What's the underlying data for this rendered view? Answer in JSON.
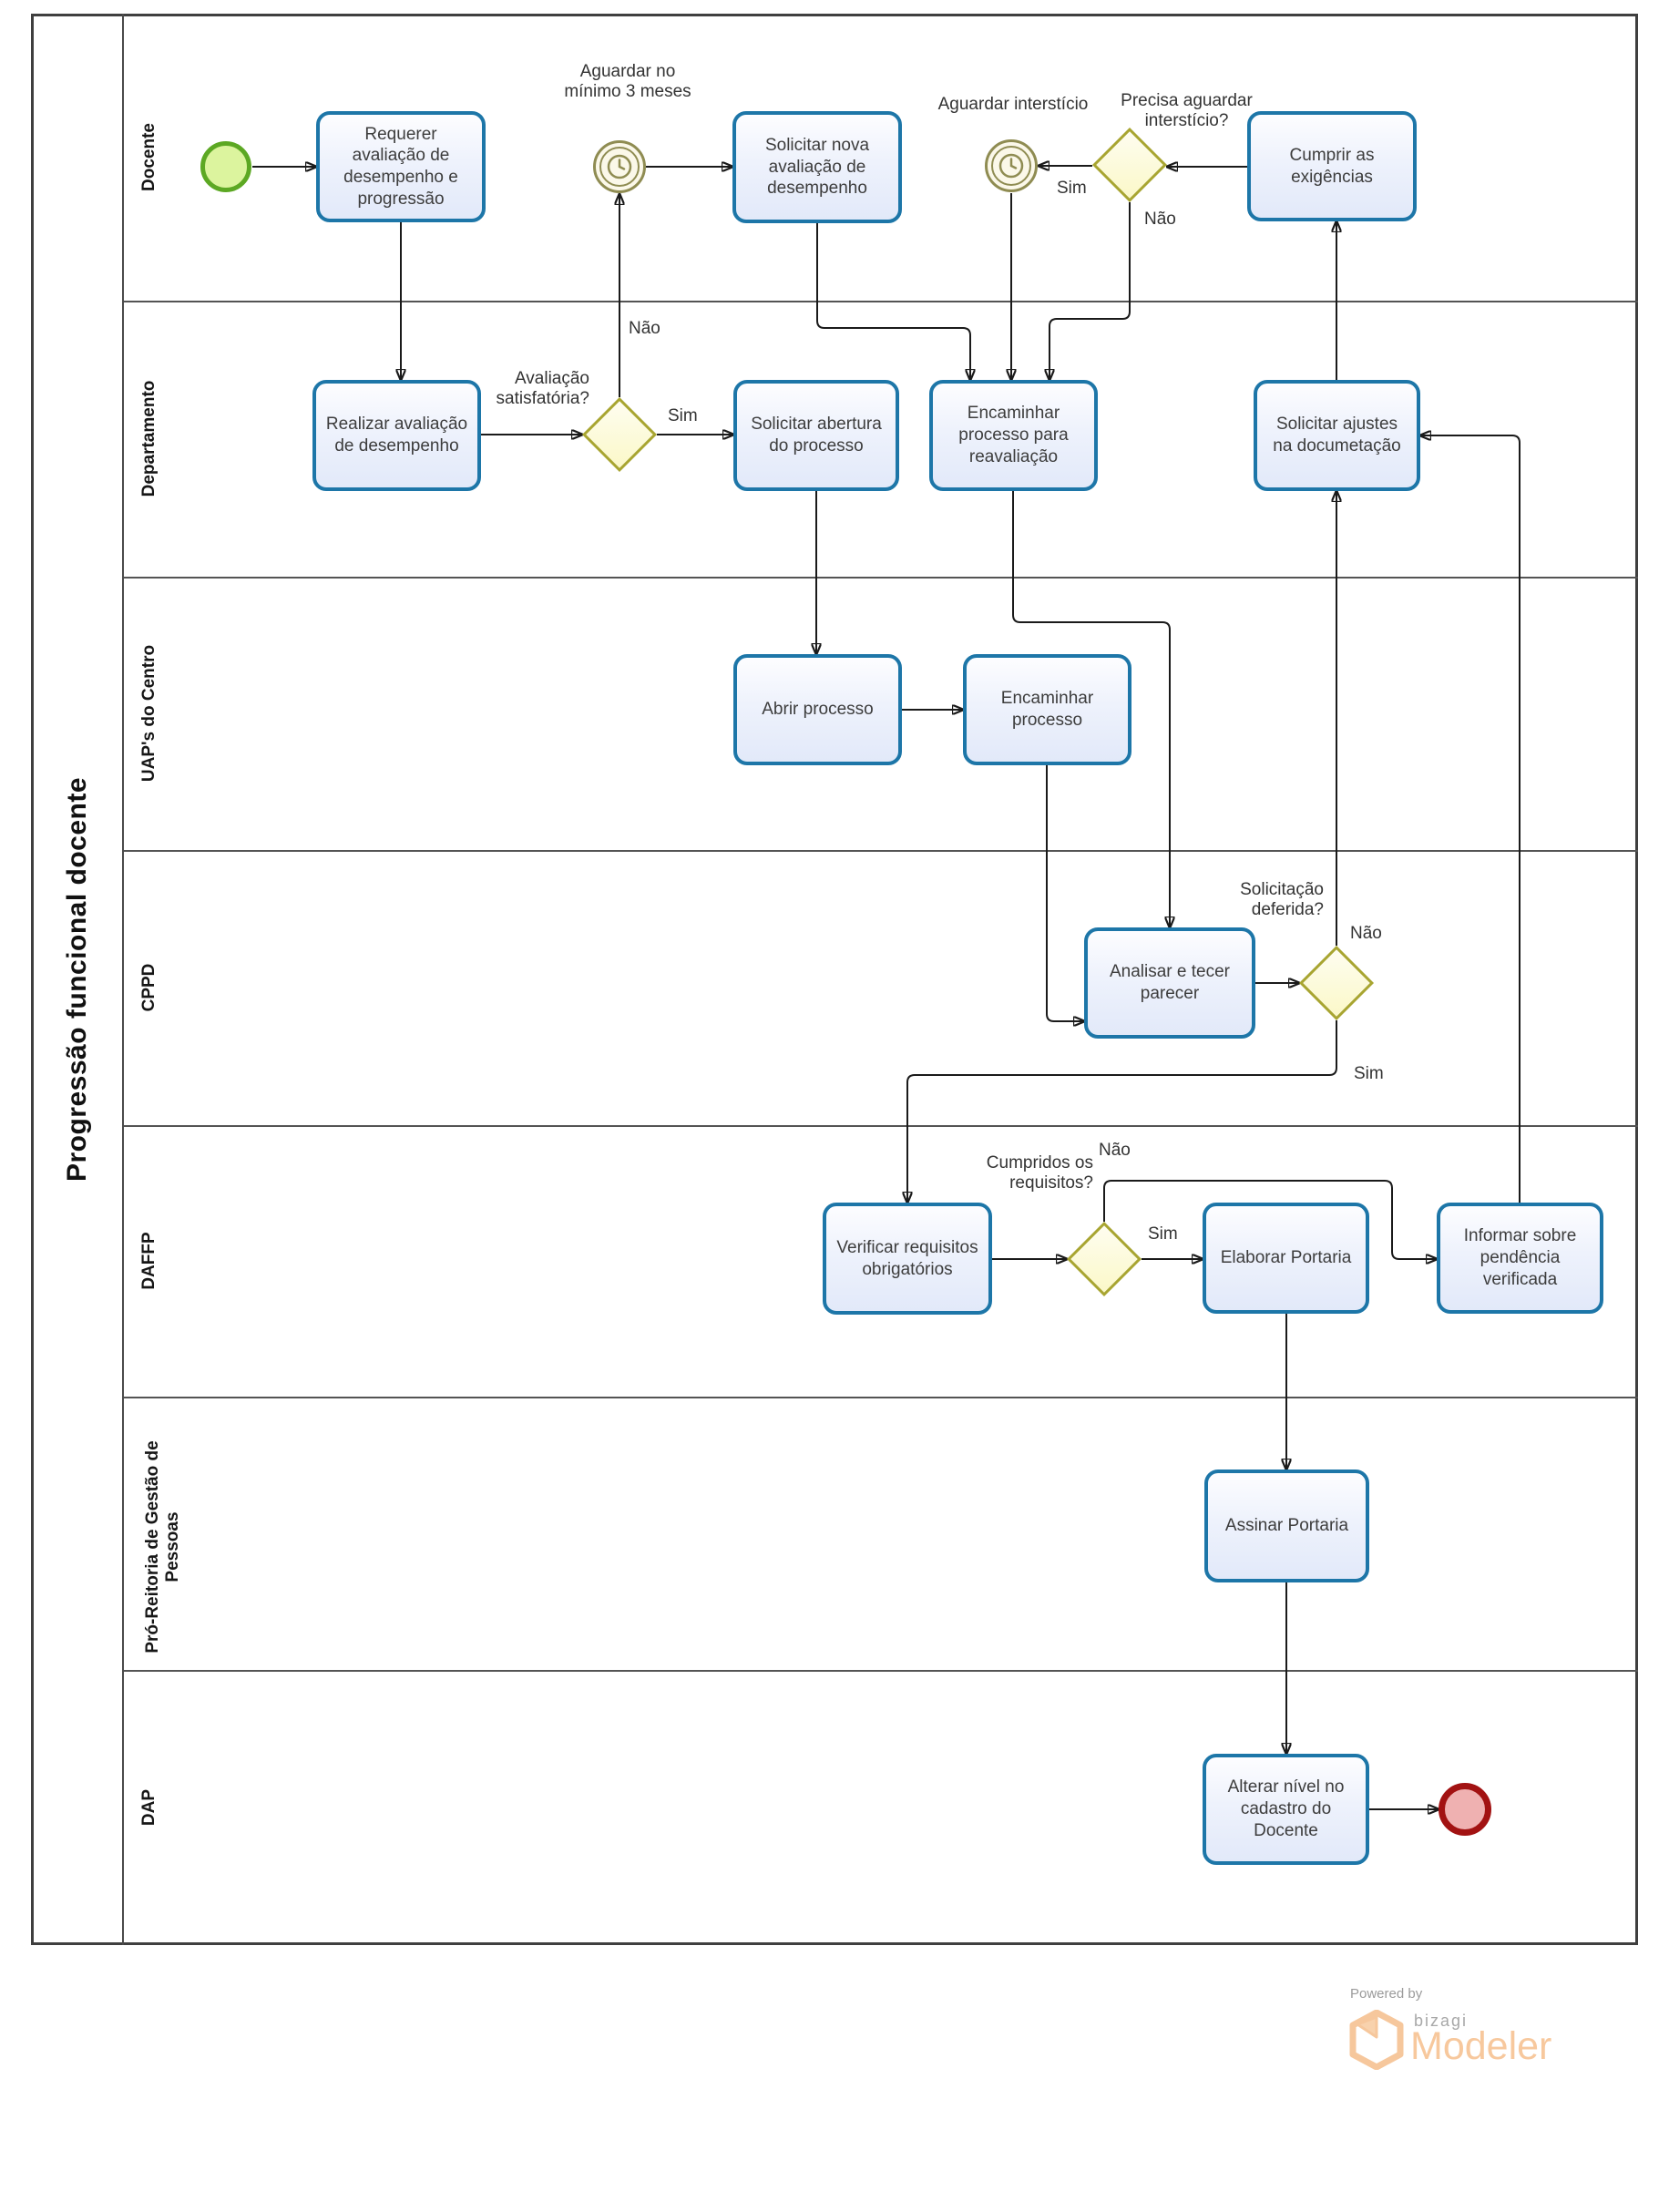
{
  "diagram": {
    "title": "Progressão funcional docente"
  },
  "lanes": [
    "Docente",
    "Departamento",
    "UAP's do Centro",
    "CPPD",
    "DAFFP",
    "Pró-Reitoria de Gestão de Pessoas",
    "DAP"
  ],
  "tasks": {
    "requerer": "Requerer avaliação de desempenho e progressão",
    "solicitar_nova": "Solicitar nova avaliação de desempenho",
    "cumprir": "Cumprir as exigências",
    "realizar": "Realizar avaliação de desempenho",
    "solicitar_abertura": "Solicitar abertura do processo",
    "encaminhar_reavaliacao": "Encaminhar processo para reavaliação",
    "solicitar_ajustes": "Solicitar ajustes na documetação",
    "abrir": "Abrir processo",
    "encaminhar_processo": "Encaminhar processo",
    "analisar": "Analisar e tecer parecer",
    "verificar": "Verificar requisitos obrigatórios",
    "elaborar": "Elaborar Portaria",
    "informar": "Informar sobre pendência verificada",
    "assinar": "Assinar Portaria",
    "alterar": "Alterar nível no cadastro do Docente"
  },
  "events": {
    "timer_wait_3_months": "Aguardar no mínimo 3 meses",
    "timer_interstice": "Aguardar interstício"
  },
  "gateways": {
    "g1": "Precisa aguardar interstício?",
    "g2": "Avaliação satisfatória?",
    "g3": "Solicitação deferida?",
    "g4": "Cumpridos os requisitos?"
  },
  "labels": {
    "sim": "Sim",
    "nao": "Não"
  },
  "footer": {
    "powered_by": "Powered by",
    "brand": "bizagi",
    "product": "Modeler"
  },
  "colors": {
    "task_border": "#1d76a8",
    "gateway_border": "#a8a531",
    "start_event": "#5ca823",
    "end_event": "#a21212",
    "brand_orange": "#f7c89d"
  }
}
